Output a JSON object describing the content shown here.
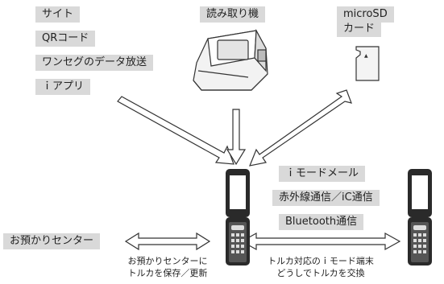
{
  "sources": {
    "items": [
      "サイト",
      "QRコード",
      "ワンセグのデータ放送",
      "ｉアプリ"
    ]
  },
  "reader": {
    "label": "読み取り機"
  },
  "microsd": {
    "line1": "microSD",
    "line2": "カード"
  },
  "phone_to_phone": {
    "methods": [
      "ｉモードメール",
      "赤外線通信／iC通信",
      "Bluetooth通信"
    ],
    "caption_line1": "トルカ対応のｉモード端末",
    "caption_line2": "どうしでトルカを交換"
  },
  "deposit_center": {
    "label": "お預かりセンター",
    "caption_line1": "お預かりセンターに",
    "caption_line2": "トルカを保存／更新"
  },
  "colors": {
    "label_bg": "#d9d9d9",
    "arrow_stroke": "#333333",
    "arrow_fill": "#ffffff",
    "phone_body": "#2a2a2a"
  }
}
